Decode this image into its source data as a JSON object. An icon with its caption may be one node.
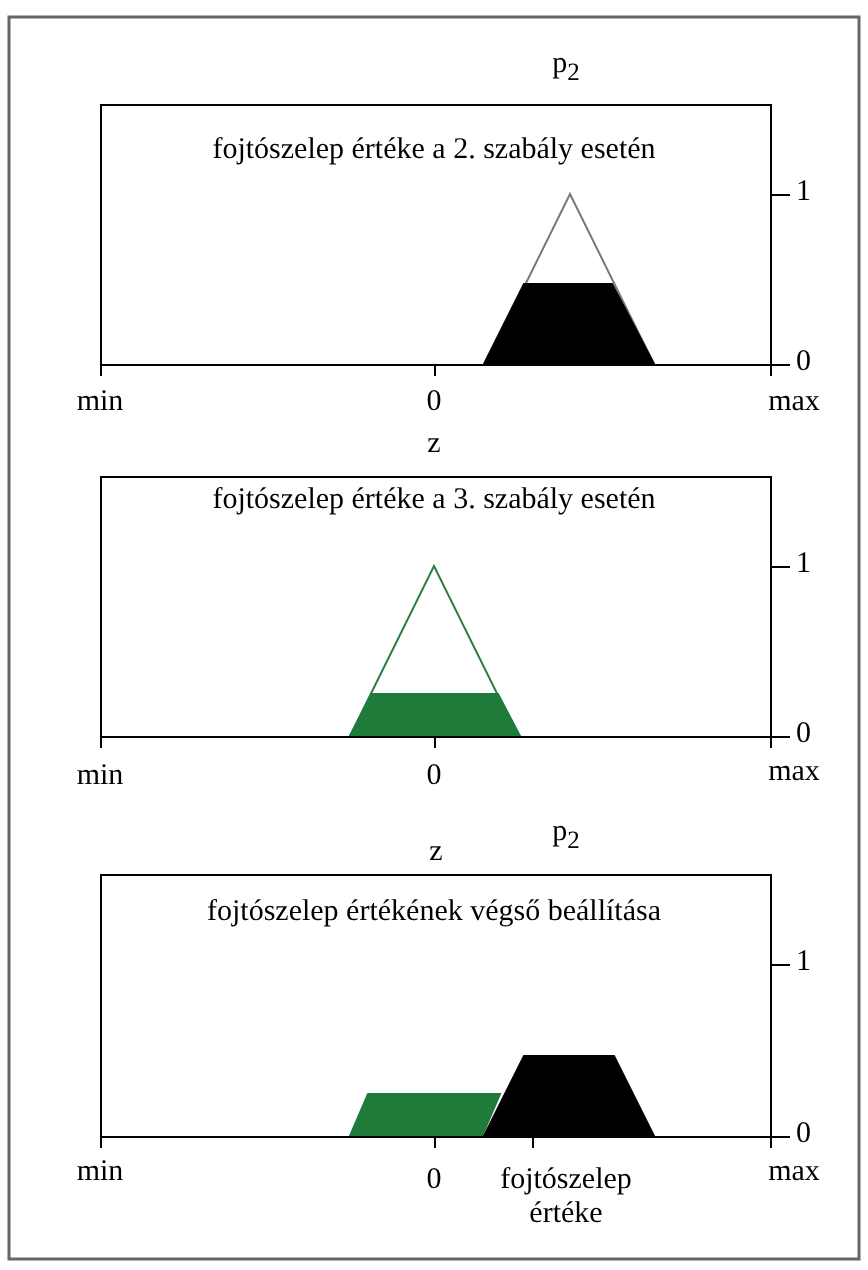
{
  "diagram": {
    "labels": [
      "p$_{2}$",
      "fojtószelep értéke a 2. szabály esetén",
      "1",
      "0",
      "min",
      "0",
      "max",
      "z",
      "fojtószelep értéke a 3. szabály esetén",
      "1",
      "0",
      "min",
      "0",
      "max",
      "z",
      "p$_{2}$",
      "fojtószelep értékének végső beállítása",
      "1",
      "0",
      "min",
      "0",
      "fojtószelep értéke",
      "max"
    ]
  }
}
